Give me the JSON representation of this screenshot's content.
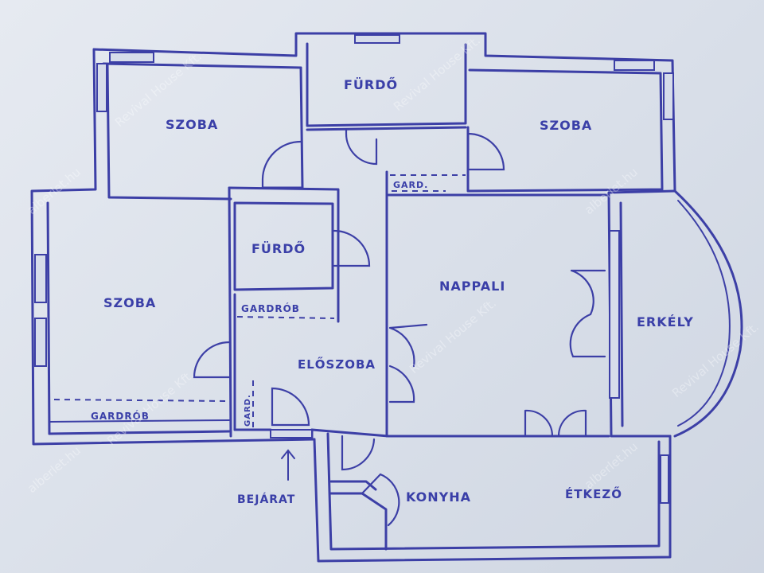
{
  "rooms": {
    "room_top_left": "SZOBA",
    "bath_top": "FÜRDŐ",
    "room_top_right": "SZOBA",
    "wardrobe_small": "GARD.",
    "bath_mid": "FÜRDŐ",
    "living": "NAPPALI",
    "room_left": "SZOBA",
    "wardrobe_mid": "GARDRÓB",
    "hall": "ELŐSZOBA",
    "balcony": "ERKÉLY",
    "wardrobe_left": "GARDRÓB",
    "wardrobe_vertical": "GARD.",
    "entrance": "BEJÁRAT",
    "kitchen": "KONYHA",
    "dining": "ÉTKEZŐ"
  },
  "watermarks": {
    "brand": "Revival House Kft.",
    "site": "alberlet.hu"
  },
  "colors": {
    "ink": "#3c3fa6",
    "paper": "#e2e6ee"
  }
}
